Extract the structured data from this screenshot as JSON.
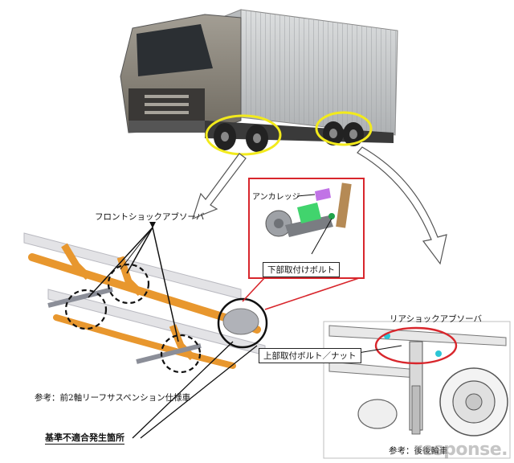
{
  "labels": {
    "front_shock": "フロントショックアブソーバ",
    "anchorage": "アンカレッジ",
    "lower_bolt": "下部取付けボルト",
    "rear_shock": "リアショックアブソーバ",
    "upper_bolt": "上部取付ボルト／ナット",
    "front_ref": "参考：前2軸リーフサスペンション仕様車",
    "non_conform": "基準不適合発生箇所",
    "rear_ref": "参考：後後輪車"
  },
  "watermark": "response.",
  "colors": {
    "highlight_yellow": "#f2ea1c",
    "callout_red": "#d8262c",
    "part_orange": "#e8972e",
    "truck_body": "#c9cbcd",
    "cab": "#8f8a80"
  }
}
